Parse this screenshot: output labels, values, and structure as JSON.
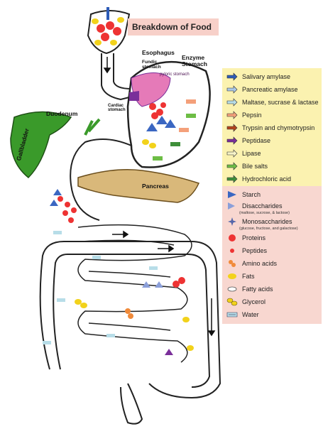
{
  "title": "Breakdown of Food",
  "labels": {
    "esophagus": "Esophagus",
    "fundic_stomach": "Fundic\nstomach",
    "enzyme_stomach": "Enzyme\nStomach",
    "duodenum": "Duodenum",
    "gallbladder": "Gallbladder",
    "pancreas": "Pancreas",
    "cardiac_stomach": "Cardiac\nstomach",
    "pyloric_stomach": "pyloric stomach"
  },
  "enzymes": [
    {
      "label": "Salivary amylase",
      "color": "#2e5cb8",
      "icon": "arrow-icon"
    },
    {
      "label": "Pancreatic amylase",
      "color": "#a9c8e8",
      "icon": "arrow-icon"
    },
    {
      "label": "Maltase, sucrase & lactase",
      "color": "#b7dde8",
      "icon": "arrow-icon"
    },
    {
      "label": "Pepsin",
      "color": "#f4a07a",
      "icon": "arrow-icon"
    },
    {
      "label": "Trypsin and chymotrypsin",
      "color": "#b4441b",
      "icon": "arrow-icon"
    },
    {
      "label": "Peptidase",
      "color": "#7a2f9a",
      "icon": "arrow-icon"
    },
    {
      "label": "Lipase",
      "color": "#f6f3c8",
      "icon": "arrow-icon"
    },
    {
      "label": "Bile salts",
      "color": "#6dbd45",
      "icon": "arrow-icon"
    },
    {
      "label": "Hydrochloric acid",
      "color": "#3f8f3a",
      "icon": "arrow-icon"
    }
  ],
  "nutrients": [
    {
      "label": "Starch",
      "sub": "",
      "icon": "starch-icon"
    },
    {
      "label": "Disaccharides",
      "sub": "(maltose, sucrose, & lactose)",
      "icon": "disaccharide-icon"
    },
    {
      "label": "Monosaccharides",
      "sub": "(glucose, fructose, and galactose)",
      "icon": "monosaccharide-icon"
    },
    {
      "label": "Proteins",
      "sub": "",
      "icon": "protein-icon"
    },
    {
      "label": "Peptides",
      "sub": "",
      "icon": "peptide-icon"
    },
    {
      "label": "Amino acids",
      "sub": "",
      "icon": "amino-acid-icon"
    },
    {
      "label": "Fats",
      "sub": "",
      "icon": "fat-icon"
    },
    {
      "label": "Fatty acids",
      "sub": "",
      "icon": "fatty-acid-icon"
    },
    {
      "label": "Glycerol",
      "sub": "",
      "icon": "glycerol-icon"
    },
    {
      "label": "Water",
      "sub": "",
      "icon": "water-icon"
    }
  ],
  "colors": {
    "enzyme_legend_bg": "#fbf2b0",
    "nutrient_legend_bg": "#f8d7d0",
    "title_bg": "#f7d0c9",
    "gallbladder": "#3a9a2a",
    "pancreas": "#d9b87a",
    "fundic": "#e57ab8",
    "cardiac": "#7a2f9a"
  }
}
